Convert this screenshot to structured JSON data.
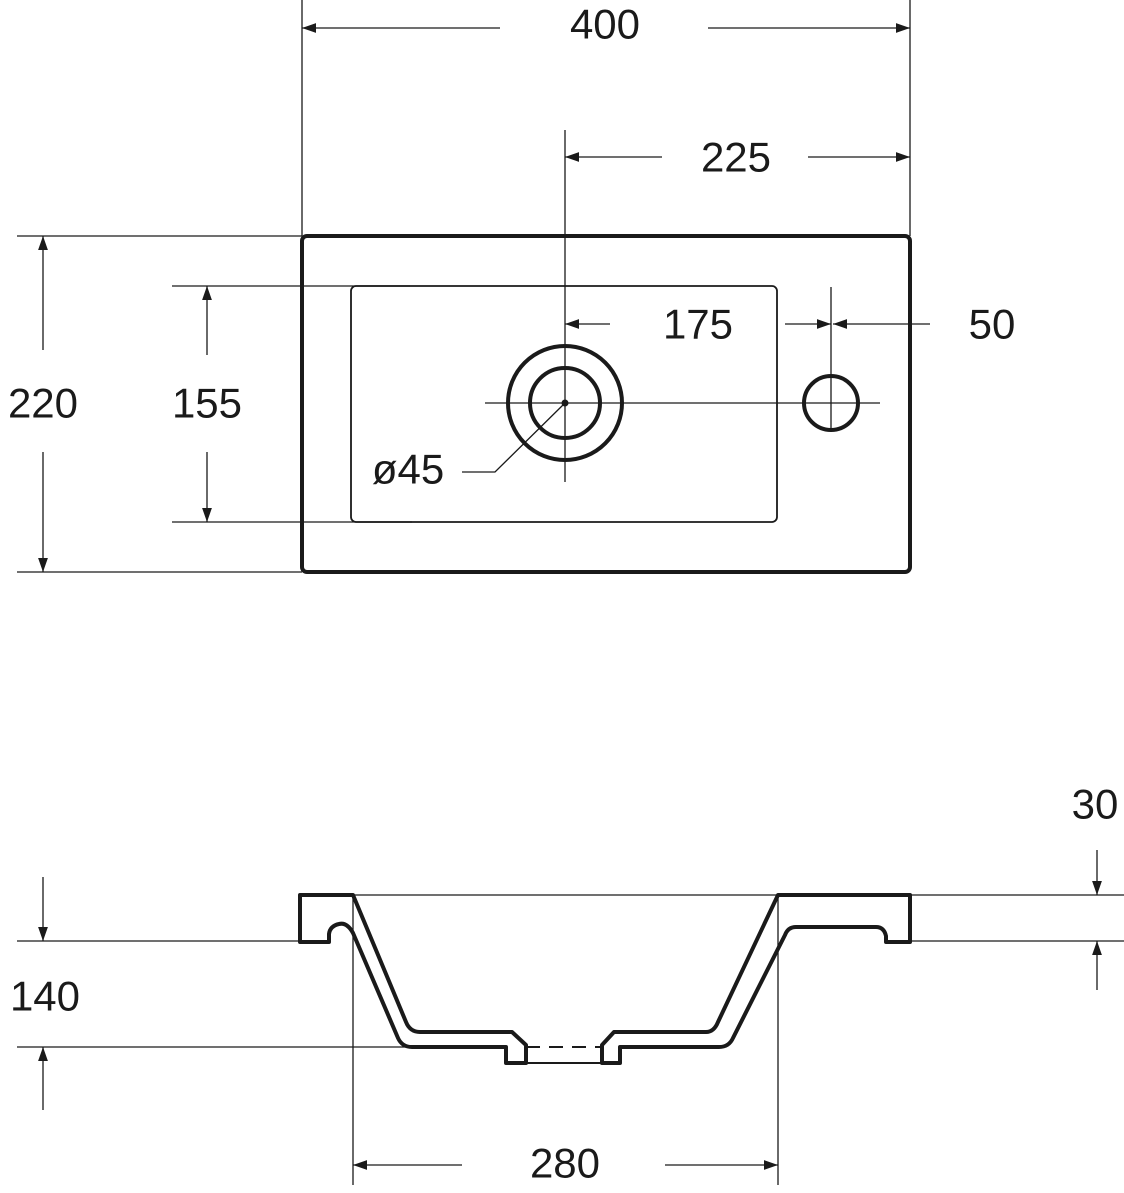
{
  "title": "Washbasin dimension drawing",
  "top_view": {
    "width_total": "400",
    "tap_offset": "225",
    "hole_spacing": "175",
    "hole_edge_offset": "50",
    "depth_total": "220",
    "bowl_depth": "155",
    "hole_diameter": "ø45"
  },
  "side_view": {
    "rim_thickness": "30",
    "height": "140",
    "bowl_width": "280"
  },
  "colors": {
    "line": "#1a1a1a",
    "background": "#ffffff"
  }
}
